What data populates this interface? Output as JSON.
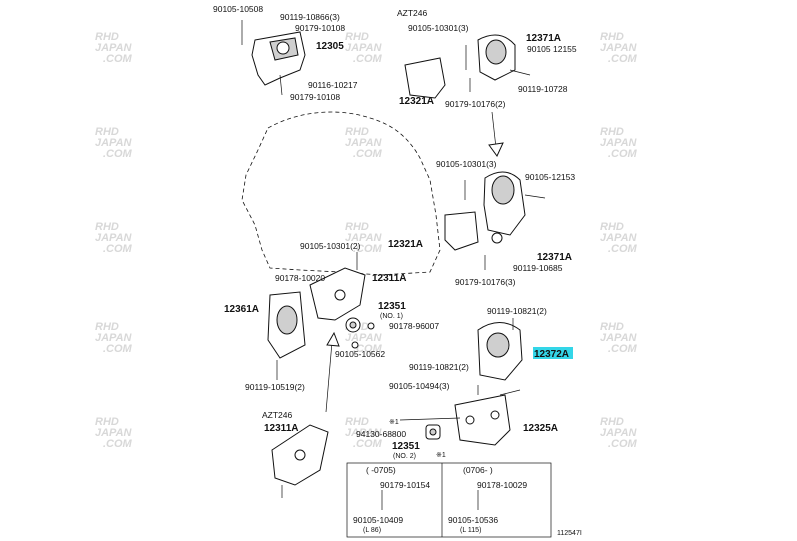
{
  "watermark": {
    "line1": "RHD",
    "line2": "JAPAN",
    "line3": ".COM"
  },
  "labels": {
    "l_90105_10508": "90105-10508",
    "l_90119_10866": "90119-10866(3)",
    "l_90179_10108": "90179-10108",
    "l_12305": "12305",
    "l_90116_10217": "90116-10217",
    "l_90179_10108b": "90179-10108",
    "azt246_top": "AZT246",
    "l_90105_10301a": "90105-10301(3)",
    "l_12371a_top": "12371A",
    "l_90105_12155": "90105 12155",
    "l_12321a_top": "12321A",
    "l_90179_10176a": "90179-10176(2)",
    "l_90119_10728": "90119-10728",
    "l_90105_10301b": "90105-10301(3)",
    "l_90105_12153": "90105-12153",
    "l_12321a_mid": "12321A",
    "l_12371a_mid": "12371A",
    "l_90119_10685": "90119-10685",
    "l_90179_10176b": "90179-10176(3)",
    "l_90105_10301c": "90105-10301(2)",
    "l_90178_10020": "90178-10020",
    "l_12311a": "12311A",
    "l_12361a": "12361A",
    "l_12351_no1": "12351",
    "l_no1": "(NO. 1)",
    "l_90178_96007": "90178-96007",
    "l_90105_10562": "90105-10562",
    "l_90119_10519": "90119-10519(2)",
    "l_90119_10821a": "90119-10821(2)",
    "l_12372a": "12372A",
    "l_90119_10821b": "90119-10821(2)",
    "l_90105_10494": "90105-10494(3)",
    "azt246_bot": "AZT246",
    "l_12311a_bot": "12311A",
    "l_x1a": "※1",
    "l_94130": "94130-68800",
    "l_12351_no2": "12351",
    "l_no2": "(NO. 2)",
    "l_x1b": "※1",
    "l_12325a": "12325A",
    "tbl_left_head": "(     -0705)",
    "tbl_right_head": "(0706-     )",
    "l_90179_10154": "90179-10154",
    "l_90178_10029": "90178-10029",
    "l_90105_10409": "90105-10409",
    "l_90105_10536": "90105-10536",
    "l_l86": "(L  86)",
    "l_l115": "(L  115)",
    "fig_no": "112547I"
  }
}
